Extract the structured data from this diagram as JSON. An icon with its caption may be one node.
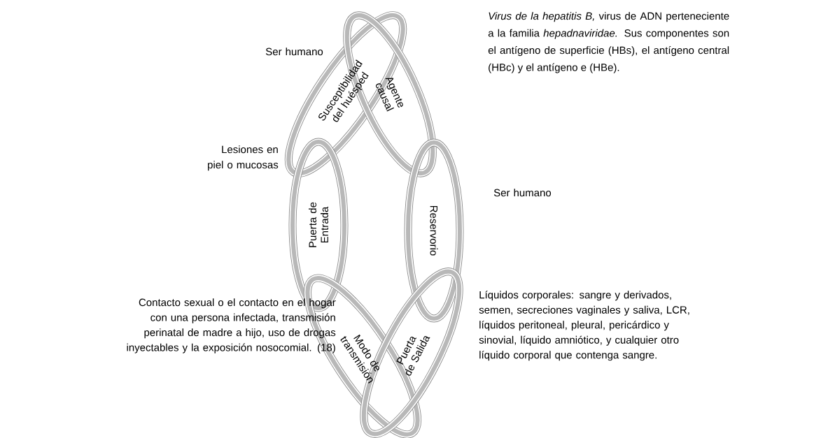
{
  "diagram": {
    "nodes": [
      {
        "text": [
          "Susceptibilidad del huésped"
        ]
      },
      {
        "text": [
          "Agente causal"
        ]
      },
      {
        "text": [
          "Puerta de Entrada"
        ]
      },
      {
        "text": [
          "Reservorio"
        ]
      },
      {
        "text": [
          "Modo de transmisión"
        ]
      },
      {
        "text": [
          "Puerta de Salida"
        ]
      }
    ],
    "labels": [
      "*Virus de la hepatitis B,* virus de ADN perteneciente a la familia *hepadnaviridae.* Sus componentes son el antígeno de superficie (HBs), el antígeno central (HBc) y el antígeno e (HBe).",
      "Ser humano",
      "Lesiones en piel o mucosas",
      "Ser humano",
      "Líquidos corporales: sangre y derivados, semen, secreciones vaginales y saliva, LCR, líquidos peritoneal, pleural, pericárdico y sinovial, líquido amniótico, y cualquier otro líquido corporal que contenga sangre.",
      "Contacto sexual o el contacto en el hogar con una persona infectada, transmisión perinatal de madre a hijo, uso de drogas inyectables y la exposición nosocomial. (18)"
    ]
  }
}
